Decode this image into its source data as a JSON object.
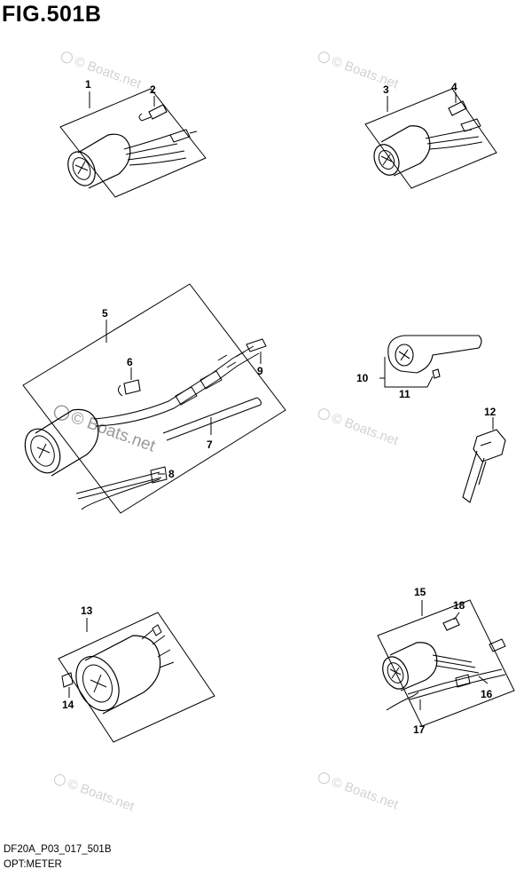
{
  "figure": {
    "title": "FIG.501B",
    "drawing_code": "DF20A_P03_017_501B",
    "subtitle": "OPT:METER"
  },
  "watermark": "© Boats.net",
  "callouts": [
    "1",
    "2",
    "3",
    "4",
    "5",
    "6",
    "7",
    "8",
    "9",
    "10",
    "11",
    "12",
    "13",
    "14",
    "15",
    "16",
    "17",
    "18"
  ]
}
